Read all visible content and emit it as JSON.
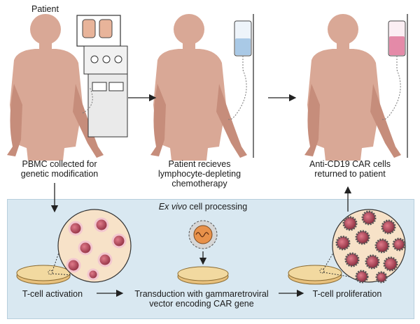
{
  "patient_label": "Patient",
  "steps": [
    {
      "id": "collect",
      "lines": [
        "PBMC collected for",
        "genetic modification"
      ]
    },
    {
      "id": "chemo",
      "lines": [
        "Patient recieves",
        "lymphocyte-depleting",
        "chemotherapy"
      ]
    },
    {
      "id": "return",
      "lines": [
        "Anti-CD19 CAR cells",
        "returned to patient"
      ]
    }
  ],
  "processing": {
    "title_italic": "Ex vivo",
    "title_rest": " cell processing",
    "stages": [
      {
        "id": "activation",
        "lines": [
          "T-cell activation"
        ]
      },
      {
        "id": "transduction",
        "lines": [
          "Transduction with gammaretroviral",
          "vector encoding CAR gene"
        ]
      },
      {
        "id": "proliferation",
        "lines": [
          "T-cell proliferation"
        ]
      }
    ]
  },
  "colors": {
    "skin": "#d9a896",
    "skin_shadow": "#c68d7b",
    "panel": "#d9e8f1",
    "dish": "#f2d9a0",
    "cell": "#b44a5c",
    "cell_ring": "#f3c7cf",
    "virus": "#e8914a",
    "blood_bag_blue": "#a9c9e6",
    "blood_bag_pink": "#e48aa8"
  }
}
